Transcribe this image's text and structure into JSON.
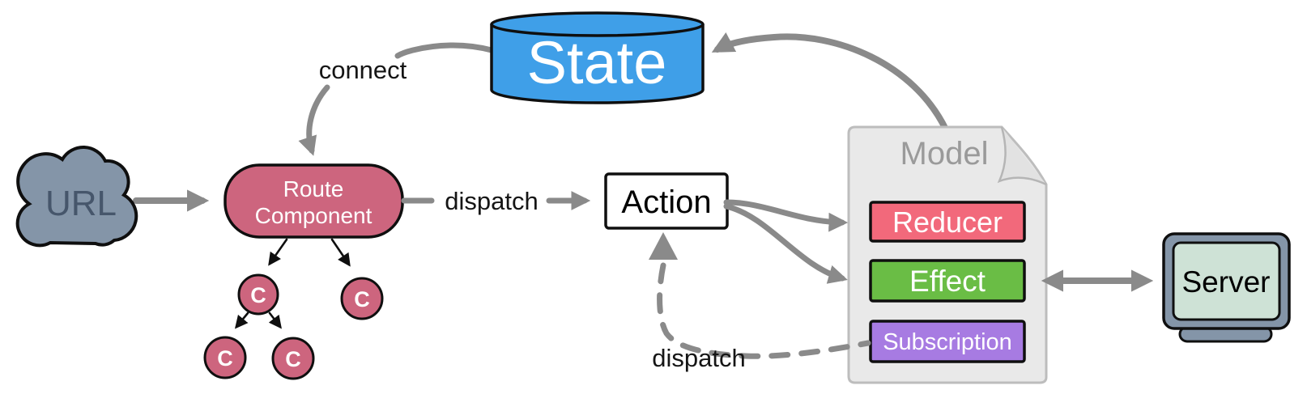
{
  "nodes": {
    "state": {
      "label": "State",
      "fill": "#3f9fe8",
      "text_color": "#ffffff"
    },
    "url": {
      "label": "URL",
      "fill": "#8495a8",
      "text_color": "#46566b"
    },
    "route_component": {
      "label_line1": "Route",
      "label_line2": "Component",
      "fill": "#cd657e",
      "text_color": "#ffffff"
    },
    "component_tree": {
      "node_label": "C",
      "fill": "#cd657e",
      "text_color": "#ffffff"
    },
    "action": {
      "label": "Action",
      "fill": "#ffffff",
      "text_color": "#000000"
    },
    "model": {
      "label": "Model",
      "fill": "#e9e9e9",
      "text_color": "#9a9a9a",
      "items": [
        {
          "label": "Reducer",
          "fill": "#f2697b"
        },
        {
          "label": "Effect",
          "fill": "#6abd45"
        },
        {
          "label": "Subscription",
          "fill": "#a77be2"
        }
      ]
    },
    "server": {
      "label": "Server",
      "frame_fill": "#8495a8",
      "screen_fill": "#cee2d6",
      "text_color": "#000000"
    }
  },
  "edges": {
    "connect": {
      "label": "connect"
    },
    "dispatch": {
      "label": "dispatch"
    },
    "subscription_dispatch": {
      "label": "dispatch"
    }
  },
  "colors": {
    "arrow_gray": "#8a8a8a",
    "outline": "#0f0f0f",
    "model_border": "#bdbdbd"
  }
}
